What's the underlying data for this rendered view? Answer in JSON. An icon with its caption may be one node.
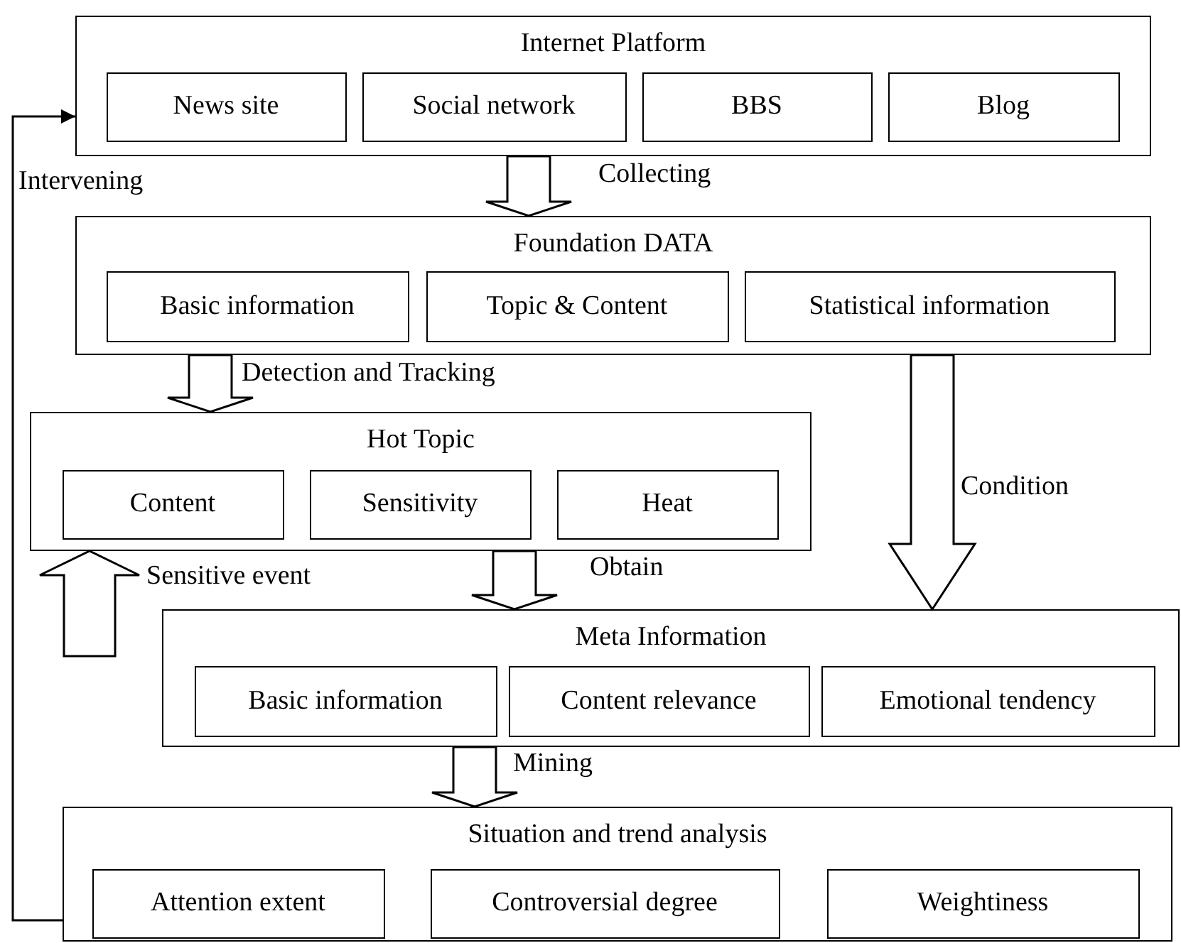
{
  "diagram": {
    "nodes": [
      {
        "text": [
          "Internet Platform"
        ]
      },
      {
        "text": [
          "News site"
        ],
        "in": 0
      },
      {
        "text": [
          "Social network"
        ],
        "in": 0
      },
      {
        "text": [
          "BBS"
        ],
        "in": 0
      },
      {
        "text": [
          "Blog"
        ],
        "in": 0
      },
      {
        "text": [
          "Foundation DATA"
        ]
      },
      {
        "text": [
          "Basic information"
        ],
        "in": 5
      },
      {
        "text": [
          "Topic & Content"
        ],
        "in": 5
      },
      {
        "text": [
          "Statistical information"
        ],
        "in": 5
      },
      {
        "text": [
          "Hot Topic"
        ]
      },
      {
        "text": [
          "Content"
        ],
        "in": 9
      },
      {
        "text": [
          "Sensitivity"
        ],
        "in": 9
      },
      {
        "text": [
          "Heat"
        ],
        "in": 9
      },
      {
        "text": [
          "Meta Information"
        ]
      },
      {
        "text": [
          "Basic information"
        ],
        "in": 13
      },
      {
        "text": [
          "Content relevance"
        ],
        "in": 13
      },
      {
        "text": [
          "Emotional tendency"
        ],
        "in": 13
      },
      {
        "text": [
          "Situation and trend analysis"
        ]
      },
      {
        "text": [
          "Attention extent"
        ],
        "in": 17
      },
      {
        "text": [
          "Controversial degree"
        ],
        "in": 17
      },
      {
        "text": [
          "Weightiness"
        ],
        "in": 17
      }
    ],
    "edges": [
      {
        "from": 0,
        "to": 5,
        "arrow": "to",
        "label": "Collecting",
        "style": "thick"
      },
      {
        "from": 5,
        "to": 9,
        "arrow": "to",
        "label": "Detection and Tracking",
        "style": "thick"
      },
      {
        "from": 5,
        "to": 13,
        "arrow": "to",
        "label": "Condition",
        "style": "thick"
      },
      {
        "from": null,
        "to": 9,
        "arrow": "to",
        "label": "Sensitive event",
        "style": "thick"
      },
      {
        "from": 9,
        "to": 13,
        "arrow": "to",
        "label": "Obtain",
        "style": "thick"
      },
      {
        "from": 13,
        "to": 17,
        "arrow": "to",
        "label": "Mining",
        "style": "thick"
      },
      {
        "from": 17,
        "to": 0,
        "arrow": "to",
        "label": "Intervening"
      }
    ]
  }
}
